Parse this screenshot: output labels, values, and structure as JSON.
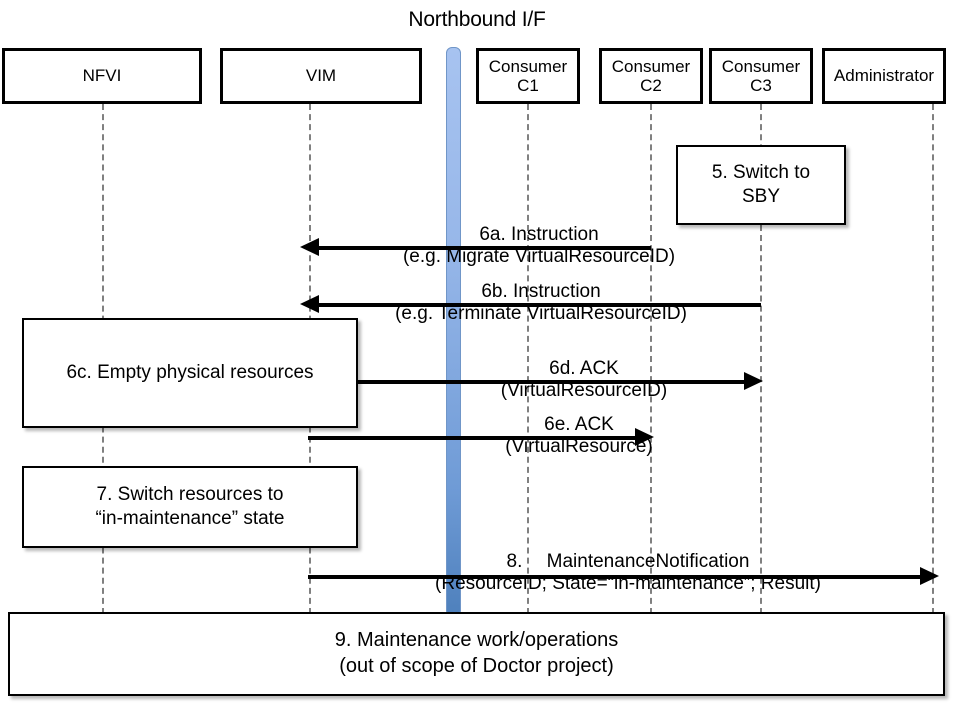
{
  "diagram": {
    "title": "Northbound I/F",
    "type": "sequence-diagram",
    "colors": {
      "interface_bar": "#4F81BD",
      "interface_bar_light": "#A7C3F0",
      "lifeline": "#808080",
      "box_border": "#000000",
      "background": "#FFFFFF"
    }
  },
  "actors": [
    {
      "id": "nfvi",
      "label": "NFVI"
    },
    {
      "id": "vim",
      "label": "VIM"
    },
    {
      "id": "c1",
      "label": "Consumer\nC1"
    },
    {
      "id": "c2",
      "label": "Consumer\nC2"
    },
    {
      "id": "c3",
      "label": "Consumer\nC3"
    },
    {
      "id": "admin",
      "label": "Administrator"
    }
  ],
  "notes": [
    {
      "id": "step5",
      "label": "5. Switch to\nSBY"
    },
    {
      "id": "step6c",
      "label": "6c. Empty physical resources"
    },
    {
      "id": "step7",
      "label": "7. Switch resources to\n“in-maintenance” state"
    },
    {
      "id": "step9",
      "label": "9. Maintenance work/operations\n(out of scope of Doctor project)"
    }
  ],
  "messages": [
    {
      "id": "6a",
      "label": "6a. Instruction\n(e.g. Migrate VirtualResourceID)",
      "from": "c2",
      "to": "vim",
      "direction": "left"
    },
    {
      "id": "6b",
      "label": "6b. Instruction\n(e.g. Terminate VirtualResourceID)",
      "from": "c3",
      "to": "vim",
      "direction": "left"
    },
    {
      "id": "6d",
      "label": "6d. ACK\n(VirtualResourceID)",
      "from": "vim",
      "to": "c3",
      "direction": "right"
    },
    {
      "id": "6e",
      "label": "6e. ACK\n(VirtualResource)",
      "from": "vim",
      "to": "c2",
      "direction": "right"
    },
    {
      "id": "8",
      "label": "8.  MaintenanceNotification\n(ResourceID; State=“in-maintenance”; Result)",
      "from": "vim",
      "to": "admin",
      "direction": "right"
    }
  ]
}
